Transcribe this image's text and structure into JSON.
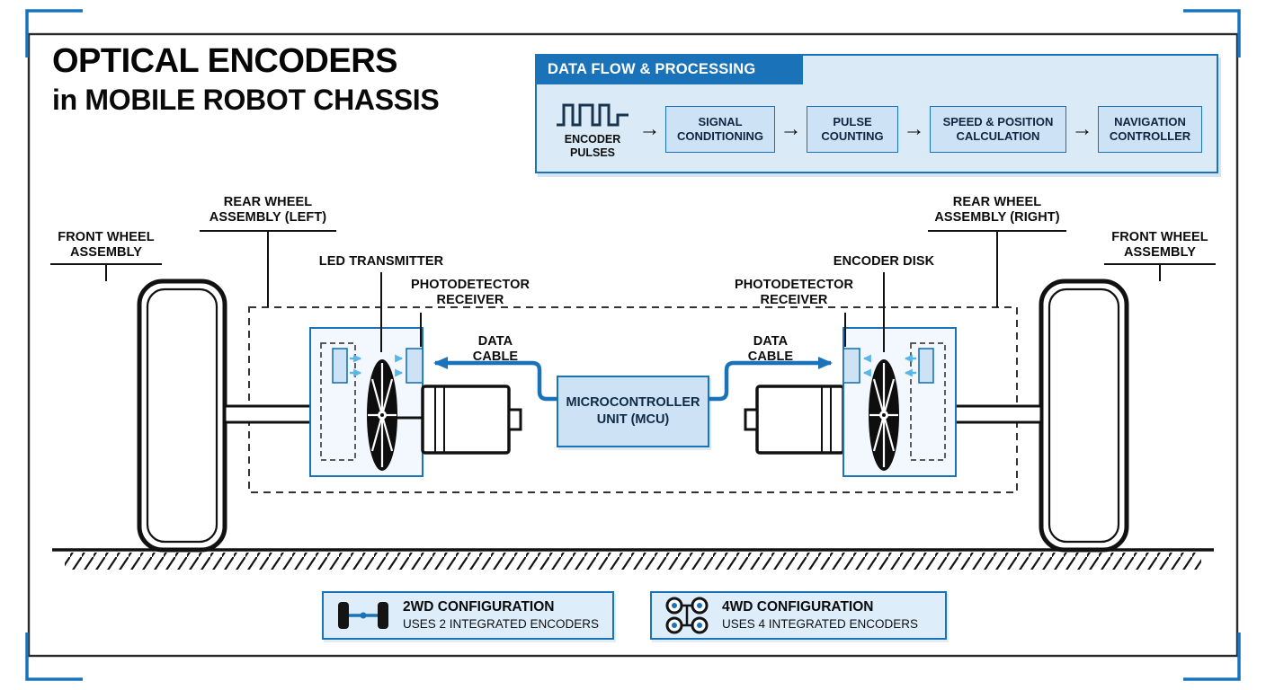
{
  "colors": {
    "accent": "#1a73b8",
    "panel_fill": "#dbeaf7",
    "box_fill": "#cde2f4",
    "ink": "#111111",
    "sensor_arrow": "#59b7e8"
  },
  "title": {
    "line1": "OPTICAL ENCODERS",
    "line2": "in MOBILE ROBOT CHASSIS"
  },
  "dataflow": {
    "header": "DATA FLOW & PROCESSING",
    "source_label": "ENCODER PULSES",
    "arrow": "→",
    "steps": [
      {
        "label": "SIGNAL CONDITIONING"
      },
      {
        "label": "PULSE COUNTING"
      },
      {
        "label": "SPEED & POSITION CALCULATION"
      },
      {
        "label": "NAVIGATION CONTROLLER"
      }
    ]
  },
  "chassis_labels": {
    "front_wheel_left": "FRONT WHEEL ASSEMBLY",
    "rear_wheel_left": "REAR WHEEL ASSEMBLY (LEFT)",
    "led_transmitter": "LED TRANSMITTER",
    "photodetector_left": "PHOTODETECTOR RECEIVER",
    "data_cable_left": "DATA CABLE",
    "mcu": "MICROCONTROLLER UNIT (MCU)",
    "data_cable_right": "DATA CABLE",
    "photodetector_right": "PHOTODETECTOR RECEIVER",
    "encoder_disk": "ENCODER DISK",
    "rear_wheel_right": "REAR WHEEL ASSEMBLY (RIGHT)",
    "front_wheel_right": "FRONT WHEEL ASSEMBLY"
  },
  "legend": {
    "two_wd": {
      "title": "2WD CONFIGURATION",
      "subtitle": "USES 2 INTEGRATED ENCODERS"
    },
    "four_wd": {
      "title": "4WD CONFIGURATION",
      "subtitle": "USES 4 INTEGRATED ENCODERS"
    }
  }
}
